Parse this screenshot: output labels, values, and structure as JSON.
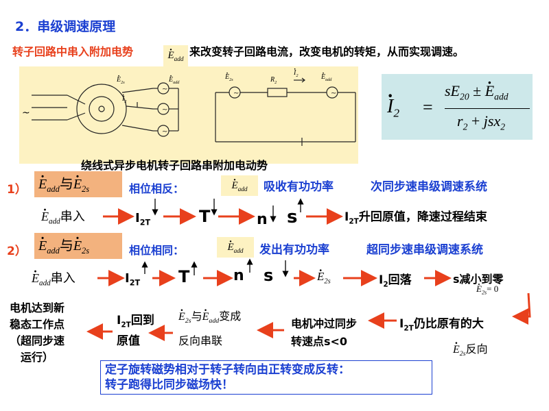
{
  "heading": "2．串级调速原理",
  "intro": {
    "pre": "转子回路中串入附加电势",
    "post": "来改变转子回路电流，改变电机的转矩，从而实现调速。"
  },
  "sym": {
    "Eadd": "E",
    "add": "add",
    "E2s": "E",
    "s2": "2s"
  },
  "diagram": {
    "caption": "绕线式异步电机转子回路串附加电动势",
    "tilde": "~",
    "R2": "R",
    "I2": "I",
    "I2sub": "2"
  },
  "formula": {
    "lhs": "I",
    "lhs_sub": "2",
    "eq": "=",
    "num": "sE",
    "num_sub": "20",
    "pm": "±",
    "E": "E",
    "E_sub": "add",
    "den": "r",
    "den_sub": "2",
    "plus": "+",
    "jsx": "jsx",
    "jsx_sub": "2"
  },
  "case1": {
    "num": "1）",
    "yu": "与",
    "label": "相位相反：",
    "desc1": "吸收有功功率",
    "desc2": "次同步速串级调速系统",
    "chain": {
      "chuan": "串入",
      "I": "I",
      "Isub": "2T",
      "T": "T",
      "n": "n",
      "s": "s",
      "end_I": "I",
      "end_sub": "2T",
      "end": "升回原值，降速过程结束"
    }
  },
  "case2": {
    "num": "2）",
    "yu": "与",
    "label": "相位相同：",
    "desc1": "发出有功功率",
    "desc2": "超同步速串级调速系统",
    "chain": {
      "chuan": "串入",
      "I": "I",
      "Isub": "2T",
      "T": "T",
      "n": "n",
      "s": "s",
      "I2": "I",
      "I2sub": "2",
      "luo": "回落",
      "s_zero": "s减小到零",
      "E2s_eq": "= 0"
    }
  },
  "row3": {
    "new_state_l1": "电机达到新",
    "new_state_l2": "稳态工作点",
    "new_state_l3": "（超同步速",
    "new_state_l4": "运行）",
    "back_l1_pre": "I",
    "back_l1_sub": "2T",
    "back_l1_post": "回到",
    "back_l2": "原值",
    "mid_yu": "与",
    "mid_bian": "变成",
    "mid_l2": "反向串联",
    "cross_l1": "电机冲过同步",
    "cross_l2": "转速点s<0",
    "still_pre": "I",
    "still_sub": "2T",
    "still_post": "仍比原有的大",
    "fanxiang": "反向"
  },
  "note": {
    "l1": "定子旋转磁势相对于转子转向由正转变成反转：",
    "l2": "转子跑得比同步磁场快！"
  }
}
